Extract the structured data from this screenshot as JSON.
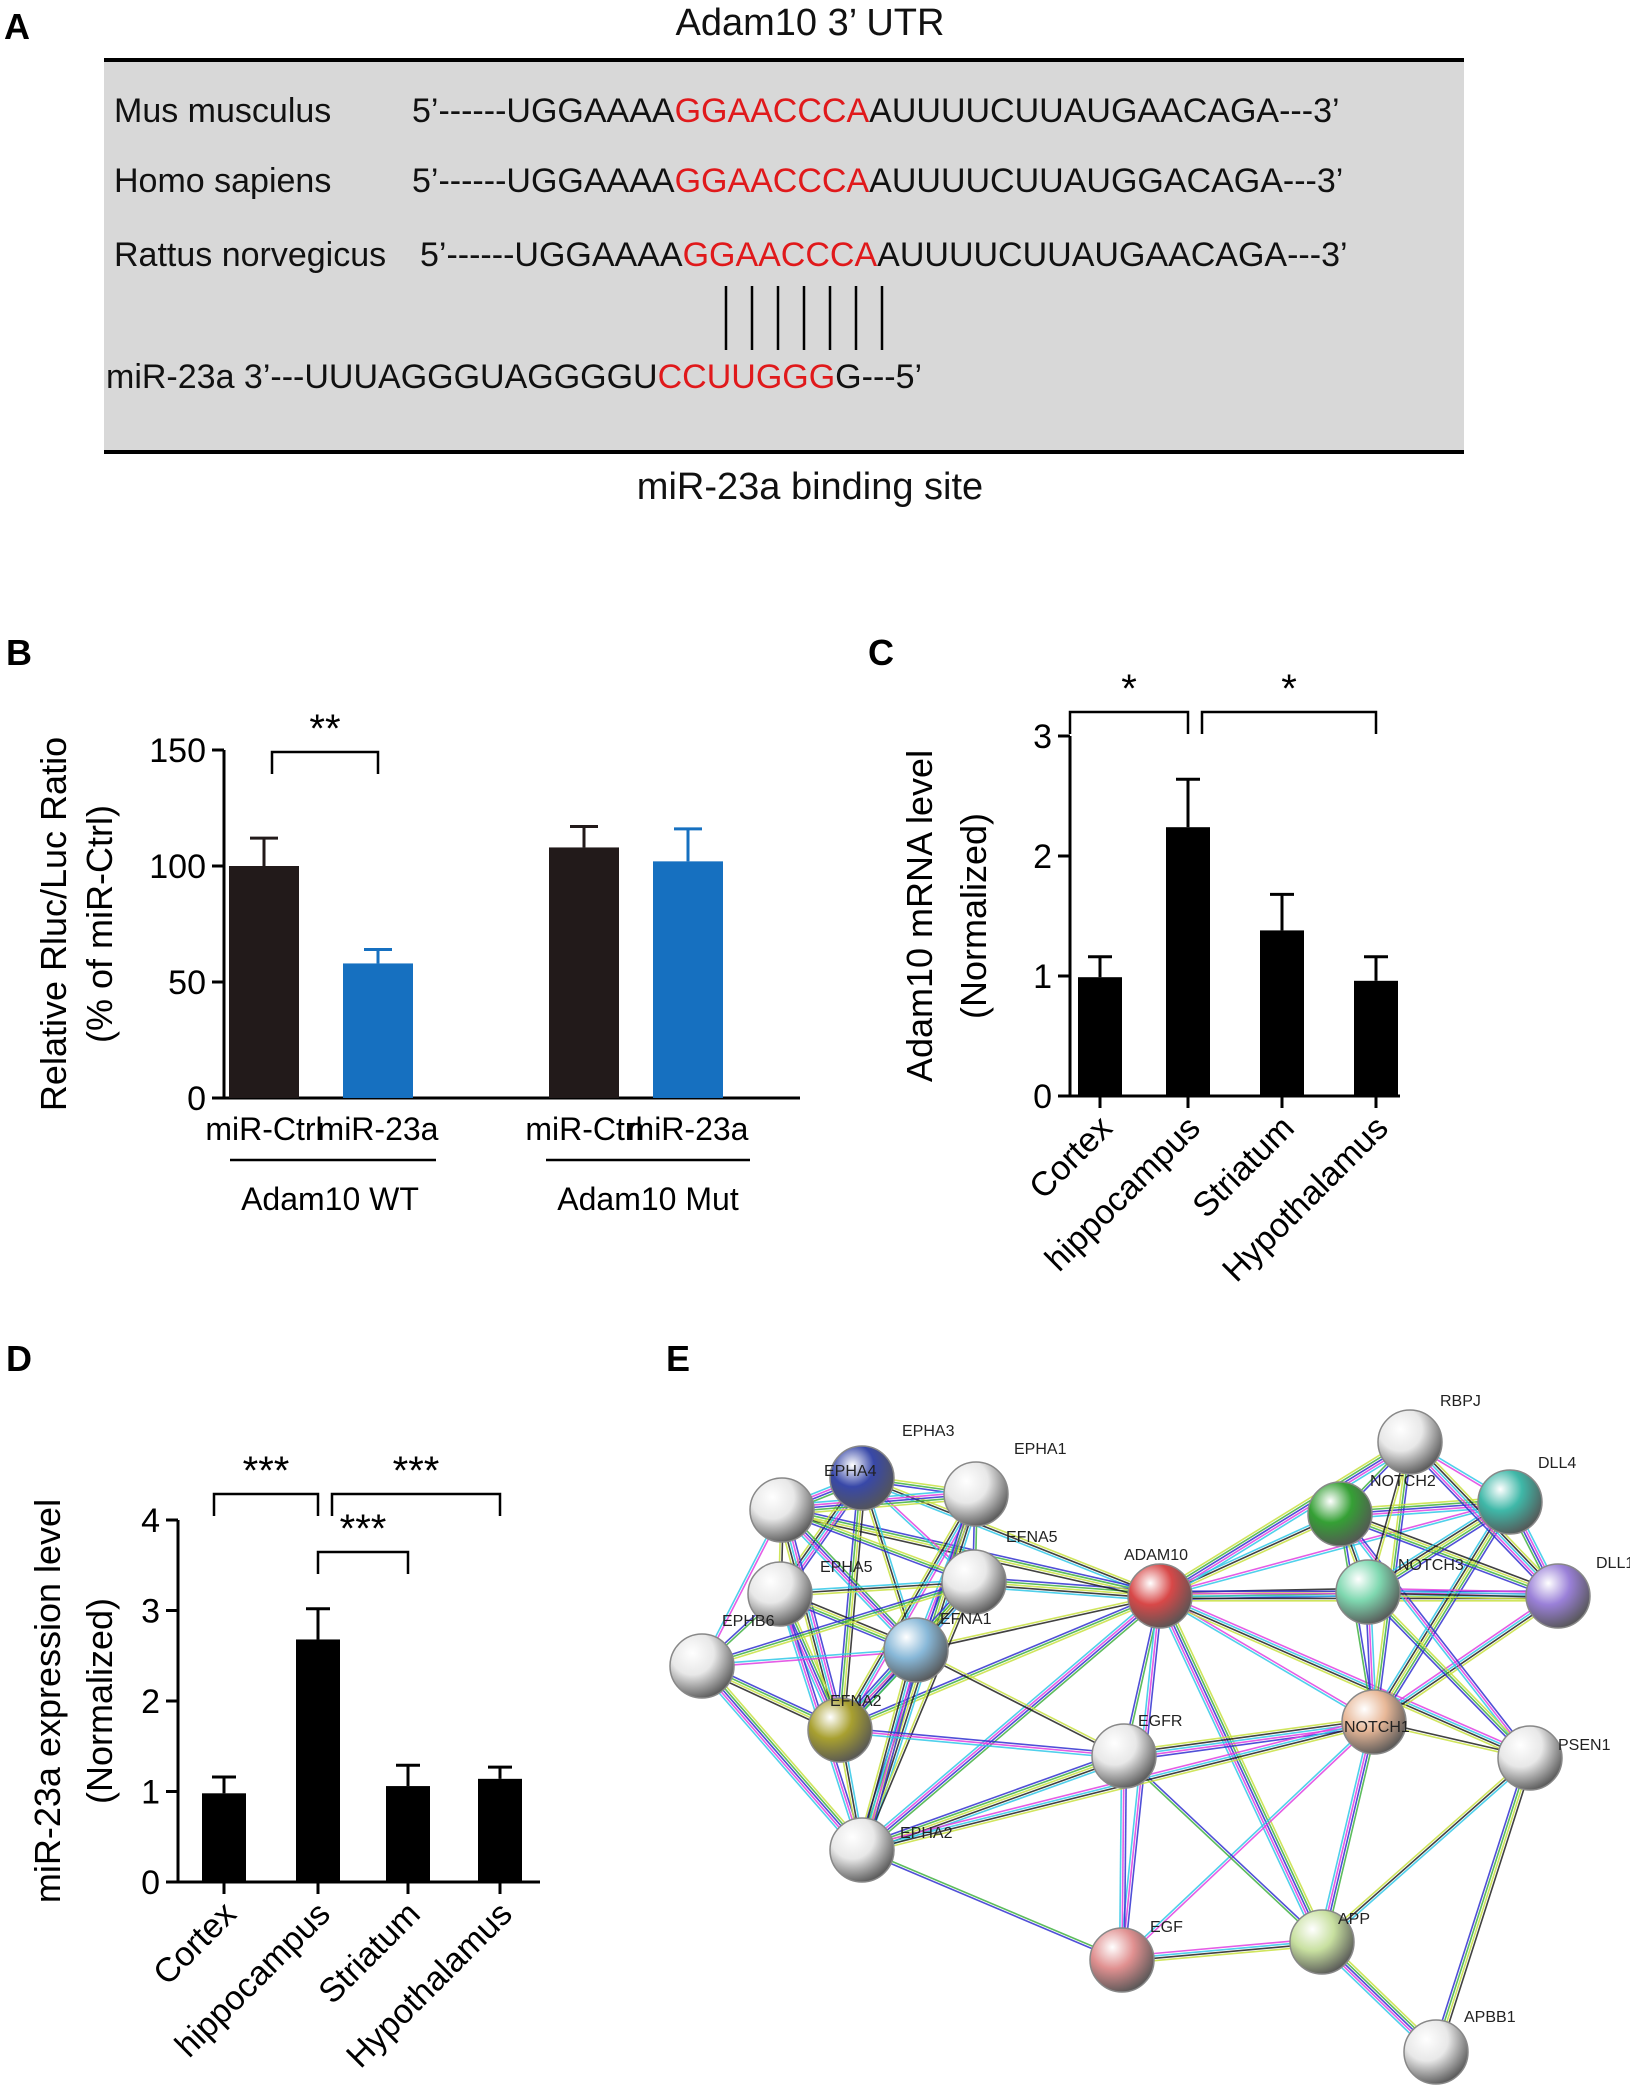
{
  "panel_a": {
    "letter": "A",
    "title": "Adam10 3’ UTR",
    "caption": "miR-23a binding site",
    "rows": [
      {
        "species": "Mus musculus",
        "pre": "5’------UGGAAAA",
        "site": "GGAACCCA",
        "post": "AUUUUCUUAUGAACAGA---3’"
      },
      {
        "species": "Homo sapiens",
        "pre": "5’------UGGAAAA",
        "site": "GGAACCCA",
        "post": "AUUUUCUUAUGGACAGA---3’"
      },
      {
        "species": "Rattus norvegicus",
        "pre": "5’------UGGAAAA",
        "site": "GGAACCCA",
        "post": "AUUUUCUUAUGAACAGA---3’"
      }
    ],
    "mirna": {
      "pre": "miR-23a 3’---UUUAGGGUAGGGGU",
      "site": "CCUUGGG",
      "post": "G---5’"
    },
    "colors": {
      "background": "#d8d8d8",
      "site": "#e0191b"
    }
  },
  "panel_labels": {
    "b": "B",
    "c": "C",
    "d": "D",
    "e": "E"
  },
  "chart_data": [
    {
      "id": "B",
      "type": "bar",
      "ylabel": "Relative Rluc/Luc  Ratio",
      "ylabel2": "(% of miR-Ctrl)",
      "ylim": [
        0,
        150
      ],
      "yticks": [
        "0",
        "50",
        "100",
        "150"
      ],
      "categories": [
        "miR-Ctrl",
        "miR-23a",
        "miR-Ctrl",
        "miR-23a"
      ],
      "groups": [
        "Adam10 WT",
        "Adam10 Mut"
      ],
      "values": [
        100,
        58,
        108,
        102
      ],
      "errors": [
        12,
        6,
        9,
        14
      ],
      "colors": [
        "#221a1a",
        "#1670c0",
        "#221a1a",
        "#1670c0"
      ],
      "significance": [
        {
          "from": 0,
          "to": 1,
          "label": "**"
        }
      ]
    },
    {
      "id": "C",
      "type": "bar",
      "ylabel": "Adam10 mRNA level",
      "ylabel2": "(Normalized)",
      "ylim": [
        0,
        3
      ],
      "yticks": [
        "0",
        "1",
        "2",
        "3"
      ],
      "categories": [
        "Cortex",
        "hippocampus",
        "Striatum",
        "Hypothalamus"
      ],
      "values": [
        0.99,
        2.24,
        1.38,
        0.96
      ],
      "errors": [
        0.17,
        0.4,
        0.3,
        0.2
      ],
      "colors": [
        "#000000",
        "#000000",
        "#000000",
        "#000000"
      ],
      "significance": [
        {
          "from": 0,
          "to": 1,
          "label": "*"
        },
        {
          "from": 1,
          "to": 3,
          "label": "*"
        }
      ]
    },
    {
      "id": "D",
      "type": "bar",
      "ylabel": "miR-23a expression level",
      "ylabel2": "(Normalized)",
      "ylim": [
        0,
        4
      ],
      "yticks": [
        "0",
        "1",
        "2",
        "3",
        "4"
      ],
      "categories": [
        "Cortex",
        "hippocampus",
        "Striatum",
        "Hypothalamus"
      ],
      "values": [
        0.98,
        2.68,
        1.06,
        1.14
      ],
      "errors": [
        0.18,
        0.34,
        0.23,
        0.13
      ],
      "colors": [
        "#000000",
        "#000000",
        "#000000",
        "#000000"
      ],
      "significance": [
        {
          "from": 0,
          "to": 1,
          "label": "***"
        },
        {
          "from": 1,
          "to": 3,
          "label": "***"
        },
        {
          "from": 1,
          "to": 2,
          "label": "***"
        }
      ]
    }
  ],
  "network": {
    "nodes": [
      {
        "id": "RBPJ",
        "color": "#e8e8e8"
      },
      {
        "id": "DLL4",
        "color": "#3fb8a8"
      },
      {
        "id": "NOTCH2",
        "color": "#35a035"
      },
      {
        "id": "DLL1",
        "color": "#9a80d8"
      },
      {
        "id": "NOTCH3",
        "color": "#7fd8b0"
      },
      {
        "id": "ADAM10",
        "color": "#d84848"
      },
      {
        "id": "NOTCH1",
        "color": "#e8b898"
      },
      {
        "id": "PSEN1",
        "color": "#e8e8e8"
      },
      {
        "id": "EGFR",
        "color": "#e8e8e8"
      },
      {
        "id": "APP",
        "color": "#c8e0a0"
      },
      {
        "id": "EGF",
        "color": "#e09090"
      },
      {
        "id": "APBB1",
        "color": "#e8e8e8"
      },
      {
        "id": "EPHA3",
        "color": "#3848a8"
      },
      {
        "id": "EPHA1",
        "color": "#e8e8e8"
      },
      {
        "id": "EPHA4",
        "color": "#e8e8e8"
      },
      {
        "id": "EPHA5",
        "color": "#e8e8e8"
      },
      {
        "id": "EFNA5",
        "color": "#e8e8e8"
      },
      {
        "id": "EFNA1",
        "color": "#88b8d8"
      },
      {
        "id": "EPHB6",
        "color": "#e8e8e8"
      },
      {
        "id": "EFNA2",
        "color": "#a8a030"
      },
      {
        "id": "EPHA2",
        "color": "#e8e8e8"
      }
    ],
    "edges": [
      [
        "ADAM10",
        "NOTCH1"
      ],
      [
        "ADAM10",
        "NOTCH2"
      ],
      [
        "ADAM10",
        "NOTCH3"
      ],
      [
        "ADAM10",
        "APP"
      ],
      [
        "ADAM10",
        "EGFR"
      ],
      [
        "ADAM10",
        "EGF"
      ],
      [
        "ADAM10",
        "PSEN1"
      ],
      [
        "ADAM10",
        "EFNA5"
      ],
      [
        "ADAM10",
        "EFNA1"
      ],
      [
        "ADAM10",
        "EFNA2"
      ],
      [
        "ADAM10",
        "EPHA2"
      ],
      [
        "ADAM10",
        "DLL1"
      ],
      [
        "ADAM10",
        "DLL4"
      ],
      [
        "ADAM10",
        "EPHA3"
      ],
      [
        "ADAM10",
        "EPHA4"
      ],
      [
        "ADAM10",
        "RBPJ"
      ],
      [
        "NOTCH1",
        "NOTCH2"
      ],
      [
        "NOTCH1",
        "NOTCH3"
      ],
      [
        "NOTCH1",
        "DLL1"
      ],
      [
        "NOTCH1",
        "DLL4"
      ],
      [
        "NOTCH1",
        "PSEN1"
      ],
      [
        "NOTCH1",
        "RBPJ"
      ],
      [
        "NOTCH1",
        "APP"
      ],
      [
        "NOTCH1",
        "EGFR"
      ],
      [
        "NOTCH1",
        "EGF"
      ],
      [
        "NOTCH2",
        "NOTCH3"
      ],
      [
        "NOTCH2",
        "DLL1"
      ],
      [
        "NOTCH2",
        "DLL4"
      ],
      [
        "NOTCH2",
        "RBPJ"
      ],
      [
        "NOTCH2",
        "PSEN1"
      ],
      [
        "NOTCH3",
        "DLL1"
      ],
      [
        "NOTCH3",
        "DLL4"
      ],
      [
        "NOTCH3",
        "RBPJ"
      ],
      [
        "NOTCH3",
        "PSEN1"
      ],
      [
        "DLL1",
        "DLL4"
      ],
      [
        "DLL1",
        "RBPJ"
      ],
      [
        "DLL4",
        "RBPJ"
      ],
      [
        "PSEN1",
        "APP"
      ],
      [
        "PSEN1",
        "APBB1"
      ],
      [
        "APP",
        "APBB1"
      ],
      [
        "APP",
        "EGFR"
      ],
      [
        "EGFR",
        "EGF"
      ],
      [
        "EGF",
        "APP"
      ],
      [
        "EGFR",
        "EPHA2"
      ],
      [
        "EGFR",
        "EFNA1"
      ],
      [
        "EPHA3",
        "EPHA1"
      ],
      [
        "EPHA3",
        "EPHA4"
      ],
      [
        "EPHA3",
        "EPHA5"
      ],
      [
        "EPHA3",
        "EFNA5"
      ],
      [
        "EPHA3",
        "EFNA1"
      ],
      [
        "EPHA3",
        "EFNA2"
      ],
      [
        "EPHA1",
        "EPHA4"
      ],
      [
        "EPHA1",
        "EFNA5"
      ],
      [
        "EPHA1",
        "EFNA1"
      ],
      [
        "EPHA1",
        "EFNA2"
      ],
      [
        "EPHA1",
        "EPHA2"
      ],
      [
        "EPHA4",
        "EPHA5"
      ],
      [
        "EPHA4",
        "EFNA5"
      ],
      [
        "EPHA4",
        "EFNA1"
      ],
      [
        "EPHA4",
        "EFNA2"
      ],
      [
        "EPHA4",
        "EPHB6"
      ],
      [
        "EPHA5",
        "EFNA5"
      ],
      [
        "EPHA5",
        "EFNA1"
      ],
      [
        "EPHA5",
        "EFNA2"
      ],
      [
        "EPHA5",
        "EPHB6"
      ],
      [
        "EPHA5",
        "EPHA2"
      ],
      [
        "EFNA5",
        "EFNA1"
      ],
      [
        "EFNA5",
        "EFNA2"
      ],
      [
        "EFNA5",
        "EPHA2"
      ],
      [
        "EFNA5",
        "EPHB6"
      ],
      [
        "EFNA1",
        "EFNA2"
      ],
      [
        "EFNA1",
        "EPHA2"
      ],
      [
        "EFNA1",
        "EPHB6"
      ],
      [
        "EFNA2",
        "EPHA2"
      ],
      [
        "EFNA2",
        "EPHB6"
      ],
      [
        "EPHB6",
        "EPHA2"
      ],
      [
        "EPHA2",
        "EGF"
      ],
      [
        "EFNA2",
        "EGFR"
      ],
      [
        "EPHA2",
        "NOTCH1"
      ]
    ],
    "edge_colors": [
      "#e040e0",
      "#30c8e8",
      "#202020",
      "#c8e040",
      "#40b040",
      "#3030d0"
    ]
  }
}
